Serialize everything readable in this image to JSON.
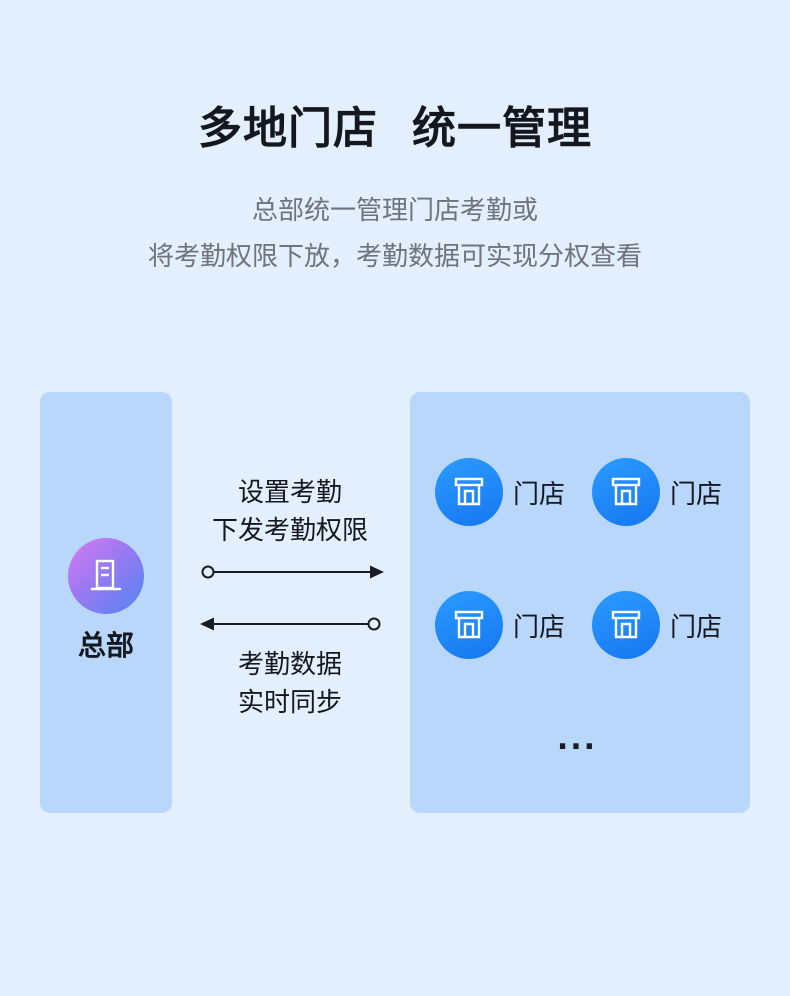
{
  "title": {
    "left": "多地门店",
    "right": "统一管理"
  },
  "subtitle": {
    "line1": "总部统一管理门店考勤或",
    "line2": "将考勤权限下放，考勤数据可实现分权查看"
  },
  "headquarters": {
    "label": "总部",
    "icon": "building-icon"
  },
  "flow_down": {
    "line1": "设置考勤",
    "line2": "下发考勤权限"
  },
  "flow_up": {
    "line1": "考勤数据",
    "line2": "实时同步"
  },
  "stores": [
    {
      "label": "门店",
      "icon": "store-icon"
    },
    {
      "label": "门店",
      "icon": "store-icon"
    },
    {
      "label": "门店",
      "icon": "store-icon"
    },
    {
      "label": "门店",
      "icon": "store-icon"
    }
  ],
  "more": "...",
  "colors": {
    "background": "#e3effd",
    "panel": "#b8d7fb",
    "store_icon": "#1f88f8",
    "hq_gradient_start": "#d77af4",
    "hq_gradient_end": "#4f86f3"
  }
}
